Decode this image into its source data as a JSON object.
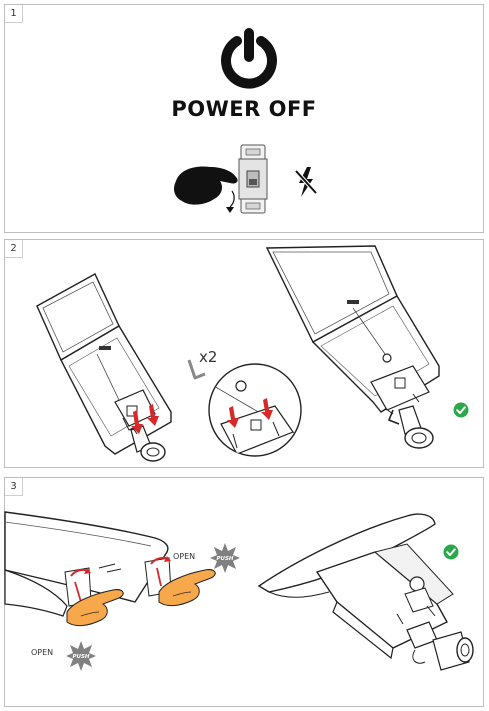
{
  "steps": [
    {
      "number": "1",
      "title": "POWER OFF"
    },
    {
      "number": "2",
      "quantity": "x2"
    },
    {
      "number": "3",
      "open_label": "OPEN",
      "push_label": "PUSH"
    }
  ],
  "icons": {
    "power": "power-icon",
    "breaker": "circuit-breaker-icon",
    "no_power": "no-power-icon",
    "check": "check-icon",
    "allen_key": "allen-key-icon"
  },
  "colors": {
    "arrow_red": "#d62a2a",
    "check_green": "#2aa84a",
    "skin": "#f6a84a",
    "badge_gray": "#808080"
  }
}
